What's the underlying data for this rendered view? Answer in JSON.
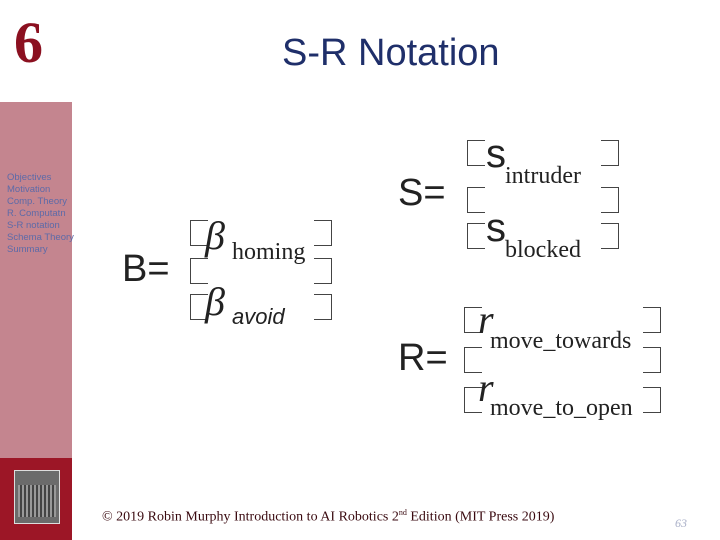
{
  "slide": {
    "number": "6",
    "title": "S-R Notation",
    "page": "63"
  },
  "nav": [
    "Objectives",
    "Motivation",
    "Comp. Theory",
    "R. Computatn",
    "S-R notation",
    "Schema Theory",
    "Summary"
  ],
  "footer": {
    "pre": "© 2019 Robin Murphy Introduction to AI Robotics 2",
    "sup": "nd",
    "post": " Edition (MIT Press 2019)"
  },
  "equations": {
    "B": {
      "lhs": "B=",
      "sym": "β",
      "subs": [
        "homing",
        "avoid"
      ]
    },
    "S": {
      "lhs": "S=",
      "sym": "s",
      "subs": [
        "intruder",
        "blocked"
      ]
    },
    "R": {
      "lhs": "R=",
      "sym": "r",
      "subs": [
        "move_towards",
        "move_to_open"
      ]
    }
  },
  "colors": {
    "sidebar": "#c4858f",
    "accent": "#9c1626",
    "title": "#1f2f6a"
  }
}
